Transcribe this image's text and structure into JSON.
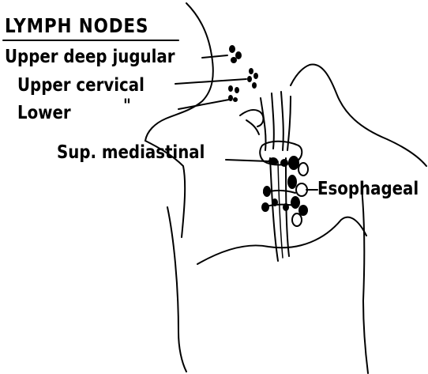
{
  "diagram": {
    "title": "LYMPH NODES",
    "labels": {
      "upper_deep_jugular": "Upper deep jugular",
      "upper_cervical": "Upper cervical",
      "lower": "Lower",
      "lower_ditto": "\"",
      "sup_mediastinal": "Sup. mediastinal",
      "esophageal": "Esophageal"
    },
    "colors": {
      "ink": "#000000",
      "background": "#ffffff"
    }
  }
}
